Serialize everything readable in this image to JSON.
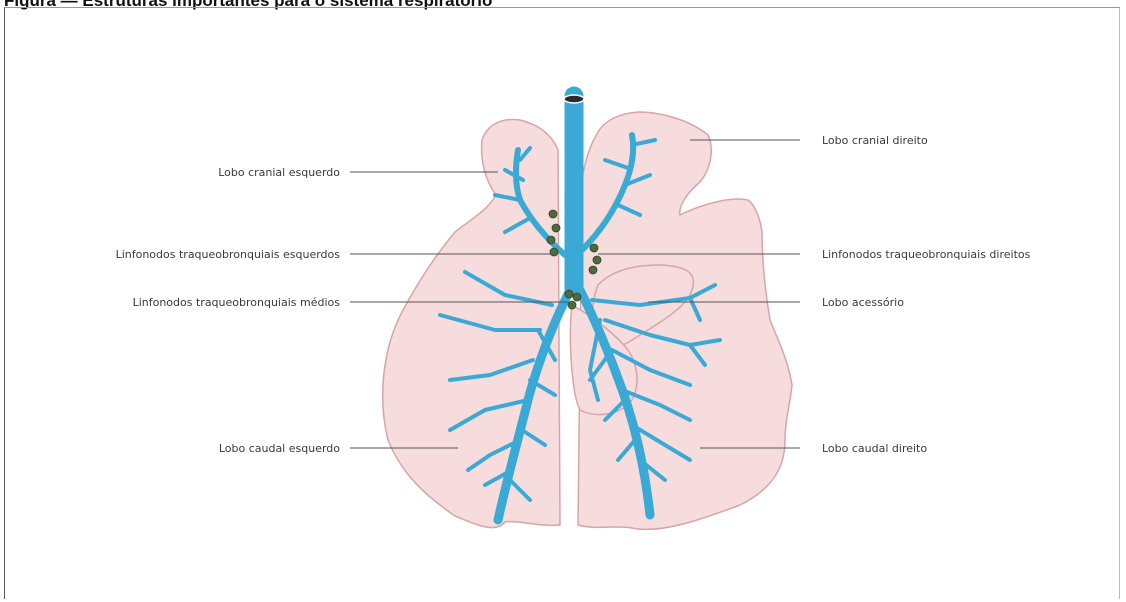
{
  "caption": "Figura — Estruturas importantes para o sistema respiratório",
  "labels": {
    "cranial_left": "Lobo cranial esquerdo",
    "tb_left": "Linfonodos traqueobronquiais esquerdos",
    "tb_middle": "Linfonodos traqueobronquiais médios",
    "caudal_left": "Lobo caudal esquerdo",
    "cranial_right": "Lobo cranial direito",
    "tb_right": "Linfonodos traqueobronquiais direitos",
    "accessory": "Lobo acessório",
    "caudal_right": "Lobo caudal direito"
  },
  "colors": {
    "lung_fill": "#f6dcdc",
    "lung_edge": "#d8a4a8",
    "airway": "#3aa9d6",
    "node": "#4e6b3c",
    "leader": "#555555"
  }
}
